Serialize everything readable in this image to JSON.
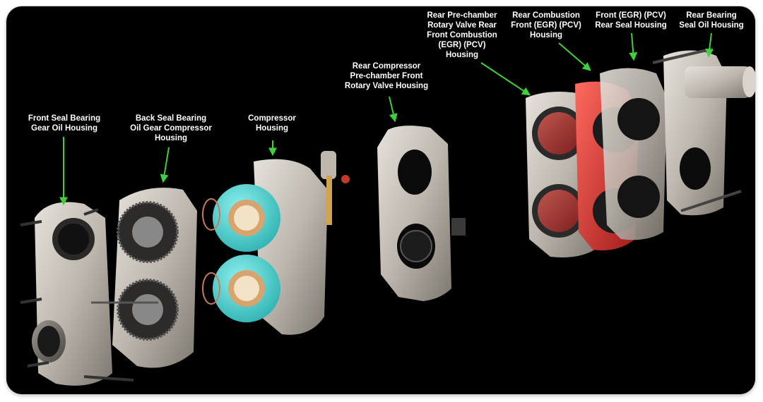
{
  "diagram": {
    "labels": [
      {
        "id": "front-seal-bearing-gear-oil-housing",
        "lines": [
          "Front Seal Bearing",
          "Gear Oil Housing"
        ]
      },
      {
        "id": "back-seal-bearing-oil-gear-compressor-housing",
        "lines": [
          "Back Seal Bearing",
          "Oil Gear Compressor",
          "Housing"
        ]
      },
      {
        "id": "compressor-housing",
        "lines": [
          "Compressor",
          "Housing"
        ]
      },
      {
        "id": "rear-compressor-prechamber-front-rotary-valve-housing",
        "lines": [
          "Rear Compressor",
          "Pre-chamber Front",
          "Rotary Valve Housing"
        ]
      },
      {
        "id": "rear-prechamber-rotary-valve-rear-front-combustion-housing",
        "lines": [
          "Rear Pre-chamber",
          "Rotary Valve Rear",
          "Front Combustion",
          "(EGR) (PCV)",
          "Housing"
        ]
      },
      {
        "id": "rear-combustion-front-housing",
        "lines": [
          "Rear Combustion",
          "Front (EGR) (PCV)",
          "Housing"
        ]
      },
      {
        "id": "front-egr-pcv-rear-seal-housing",
        "lines": [
          "Front (EGR) (PCV)",
          "Rear Seal Housing"
        ]
      },
      {
        "id": "rear-bearing-seal-oil-housing",
        "lines": [
          "Rear Bearing",
          "Seal Oil Housing"
        ]
      }
    ],
    "colors": {
      "background": "#000000",
      "label_text": "#ffffff",
      "arrow": "#3fd13a",
      "metal": "#c9c4bc",
      "compressor_rotor": "#5fd6d4",
      "combustion_rotor": "#e03a3a"
    }
  }
}
